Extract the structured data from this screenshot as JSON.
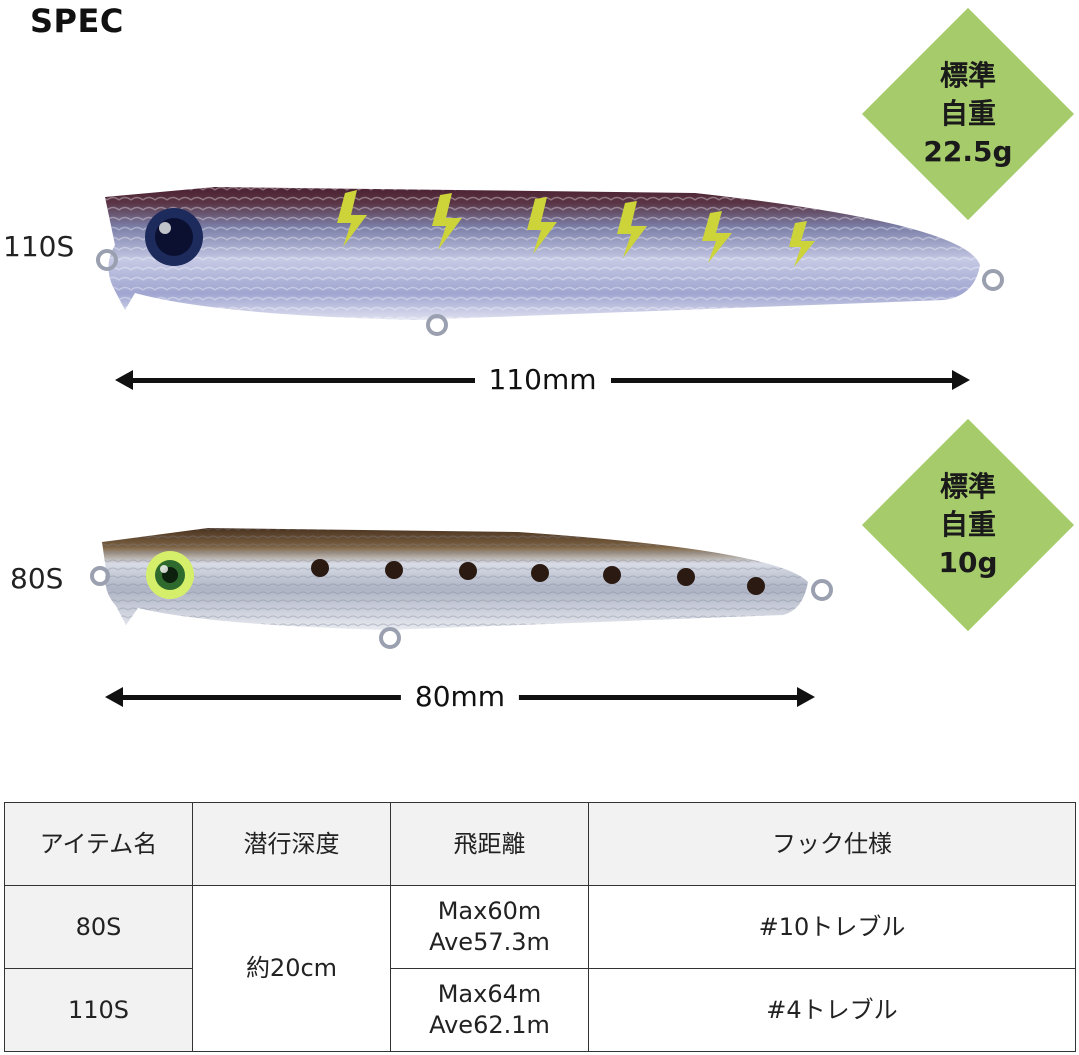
{
  "page": {
    "title": "SPEC"
  },
  "lures": [
    {
      "name": "110S",
      "length": "110mm",
      "weight_label": [
        "標準",
        "自重",
        "22.5g"
      ]
    },
    {
      "name": "80S",
      "length": "80mm",
      "weight_label": [
        "標準",
        "自重",
        "10g"
      ]
    }
  ],
  "colors": {
    "badge": "#a6cb6b",
    "table_header": "#f2f2f2",
    "border": "#333333"
  },
  "table": {
    "headers": [
      "アイテム名",
      "潜行深度",
      "飛距離",
      "フック仕様"
    ],
    "rows": [
      {
        "item": "80S",
        "depth": "約20cm",
        "distance": [
          "Max60m",
          "Ave57.3m"
        ],
        "hook": "#10トレブル"
      },
      {
        "item": "110S",
        "depth": "約20cm",
        "distance": [
          "Max64m",
          "Ave62.1m"
        ],
        "hook": "#4トレブル"
      }
    ]
  }
}
